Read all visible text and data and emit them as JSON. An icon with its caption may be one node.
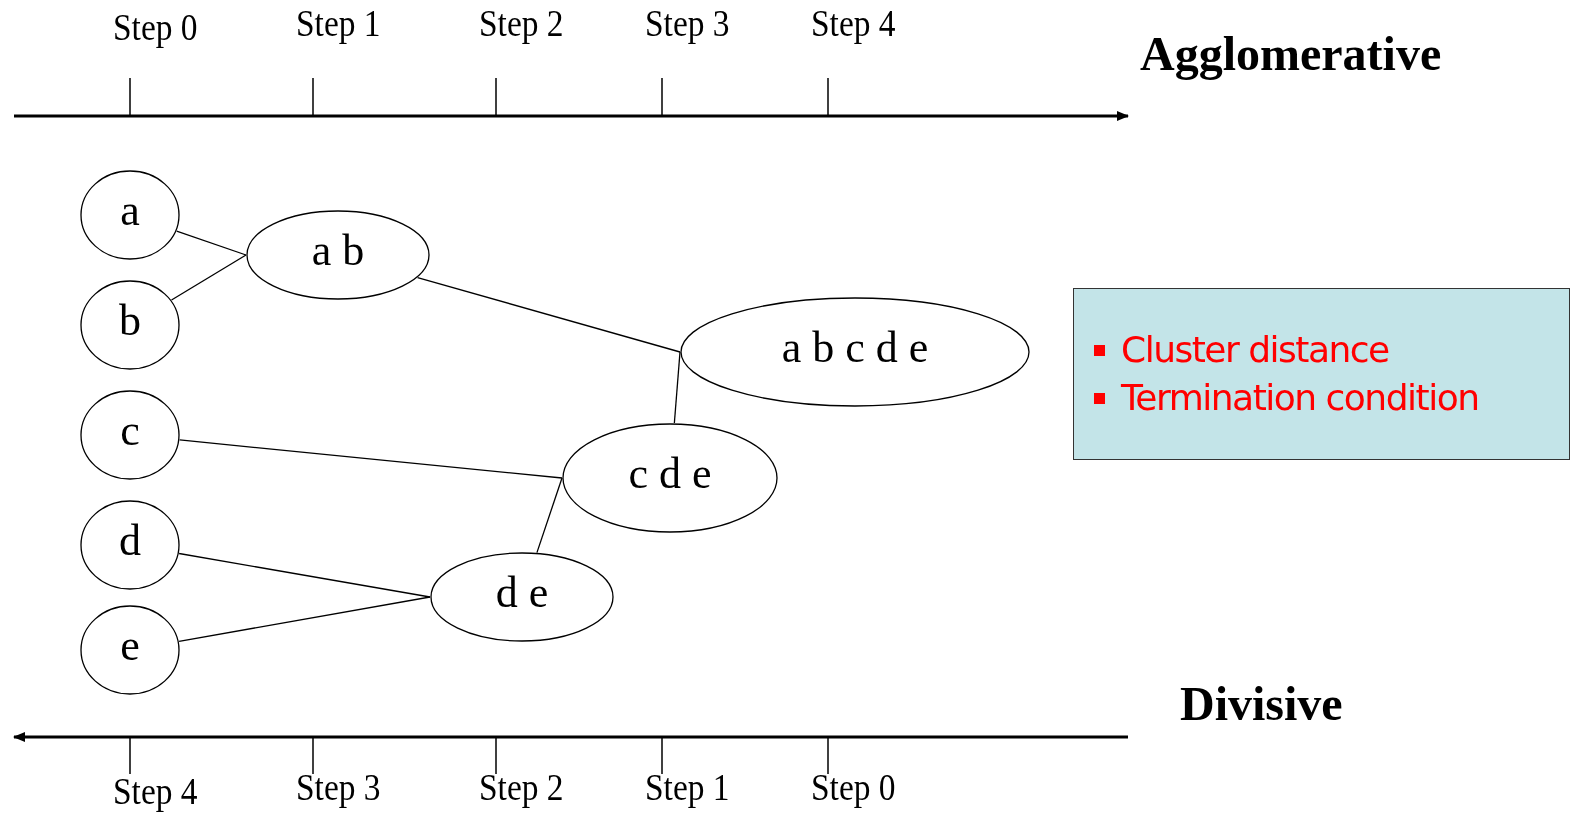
{
  "diagram": {
    "nodes": [
      {
        "text": [
          "a"
        ]
      },
      {
        "text": [
          "b"
        ]
      },
      {
        "text": [
          "c"
        ]
      },
      {
        "text": [
          "d"
        ]
      },
      {
        "text": [
          "e"
        ]
      },
      {
        "text": [
          "a b"
        ]
      },
      {
        "text": [
          "c d e"
        ]
      },
      {
        "text": [
          "d e"
        ]
      },
      {
        "text": [
          "a b c d e"
        ]
      },
      {
        "text": [
          "Cluster distance",
          "Termination condition"
        ]
      }
    ],
    "edges": [
      {
        "from": 0,
        "to": 5,
        "arrow": "none"
      },
      {
        "from": 1,
        "to": 5,
        "arrow": "none"
      },
      {
        "from": 5,
        "to": 8,
        "arrow": "none"
      },
      {
        "from": 6,
        "to": 8,
        "arrow": "none"
      },
      {
        "from": 2,
        "to": 6,
        "arrow": "none"
      },
      {
        "from": 7,
        "to": 6,
        "arrow": "none"
      },
      {
        "from": 3,
        "to": 7,
        "arrow": "none"
      },
      {
        "from": 4,
        "to": 7,
        "arrow": "none"
      }
    ],
    "labels": [
      "Step 0",
      "Step 1",
      "Step 2",
      "Step 3",
      "Step 4",
      "Agglomerative",
      "Divisive",
      "Step 4",
      "Step 3",
      "Step 2",
      "Step 1",
      "Step 0"
    ]
  }
}
